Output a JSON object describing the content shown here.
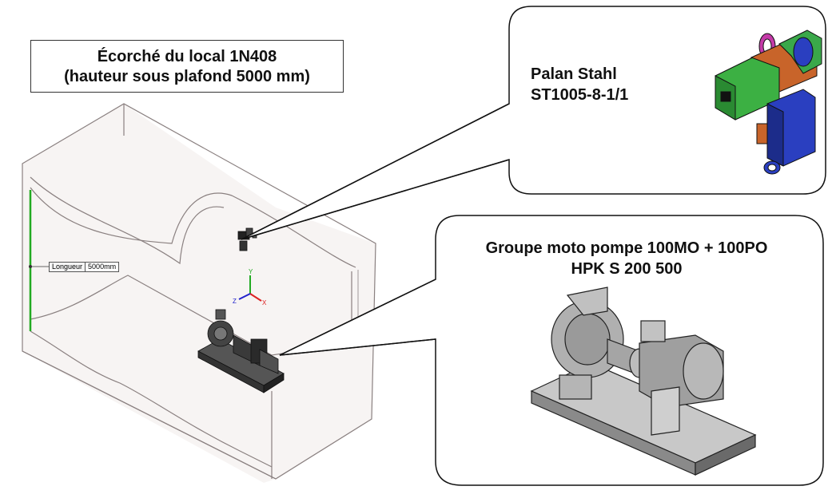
{
  "title": {
    "line1": "Écorché du local 1N408",
    "line2": "(hauteur sous plafond 5000 mm)"
  },
  "dimension": {
    "label": "Longueur",
    "value": "5000mm"
  },
  "callouts": {
    "palan": {
      "line1": "Palan Stahl",
      "line2": "ST1005-8-1/1"
    },
    "pompe": {
      "line1": "Groupe moto pompe 100MO + 100PO",
      "line2": "HPK S 200 500"
    }
  },
  "triad": {
    "x": "X",
    "y": "Y",
    "z": "Z"
  },
  "colors": {
    "outline": "#111111",
    "room_wall": "#f6f3f2",
    "room_edge": "#8a8080",
    "dimension_line": "#22aa22",
    "hoist_green": "#3cb043",
    "hoist_blue": "#2a3fc0",
    "hoist_orange": "#c8642a",
    "hoist_magenta": "#c43aa8",
    "pump_gray": "#b8b8b8"
  }
}
